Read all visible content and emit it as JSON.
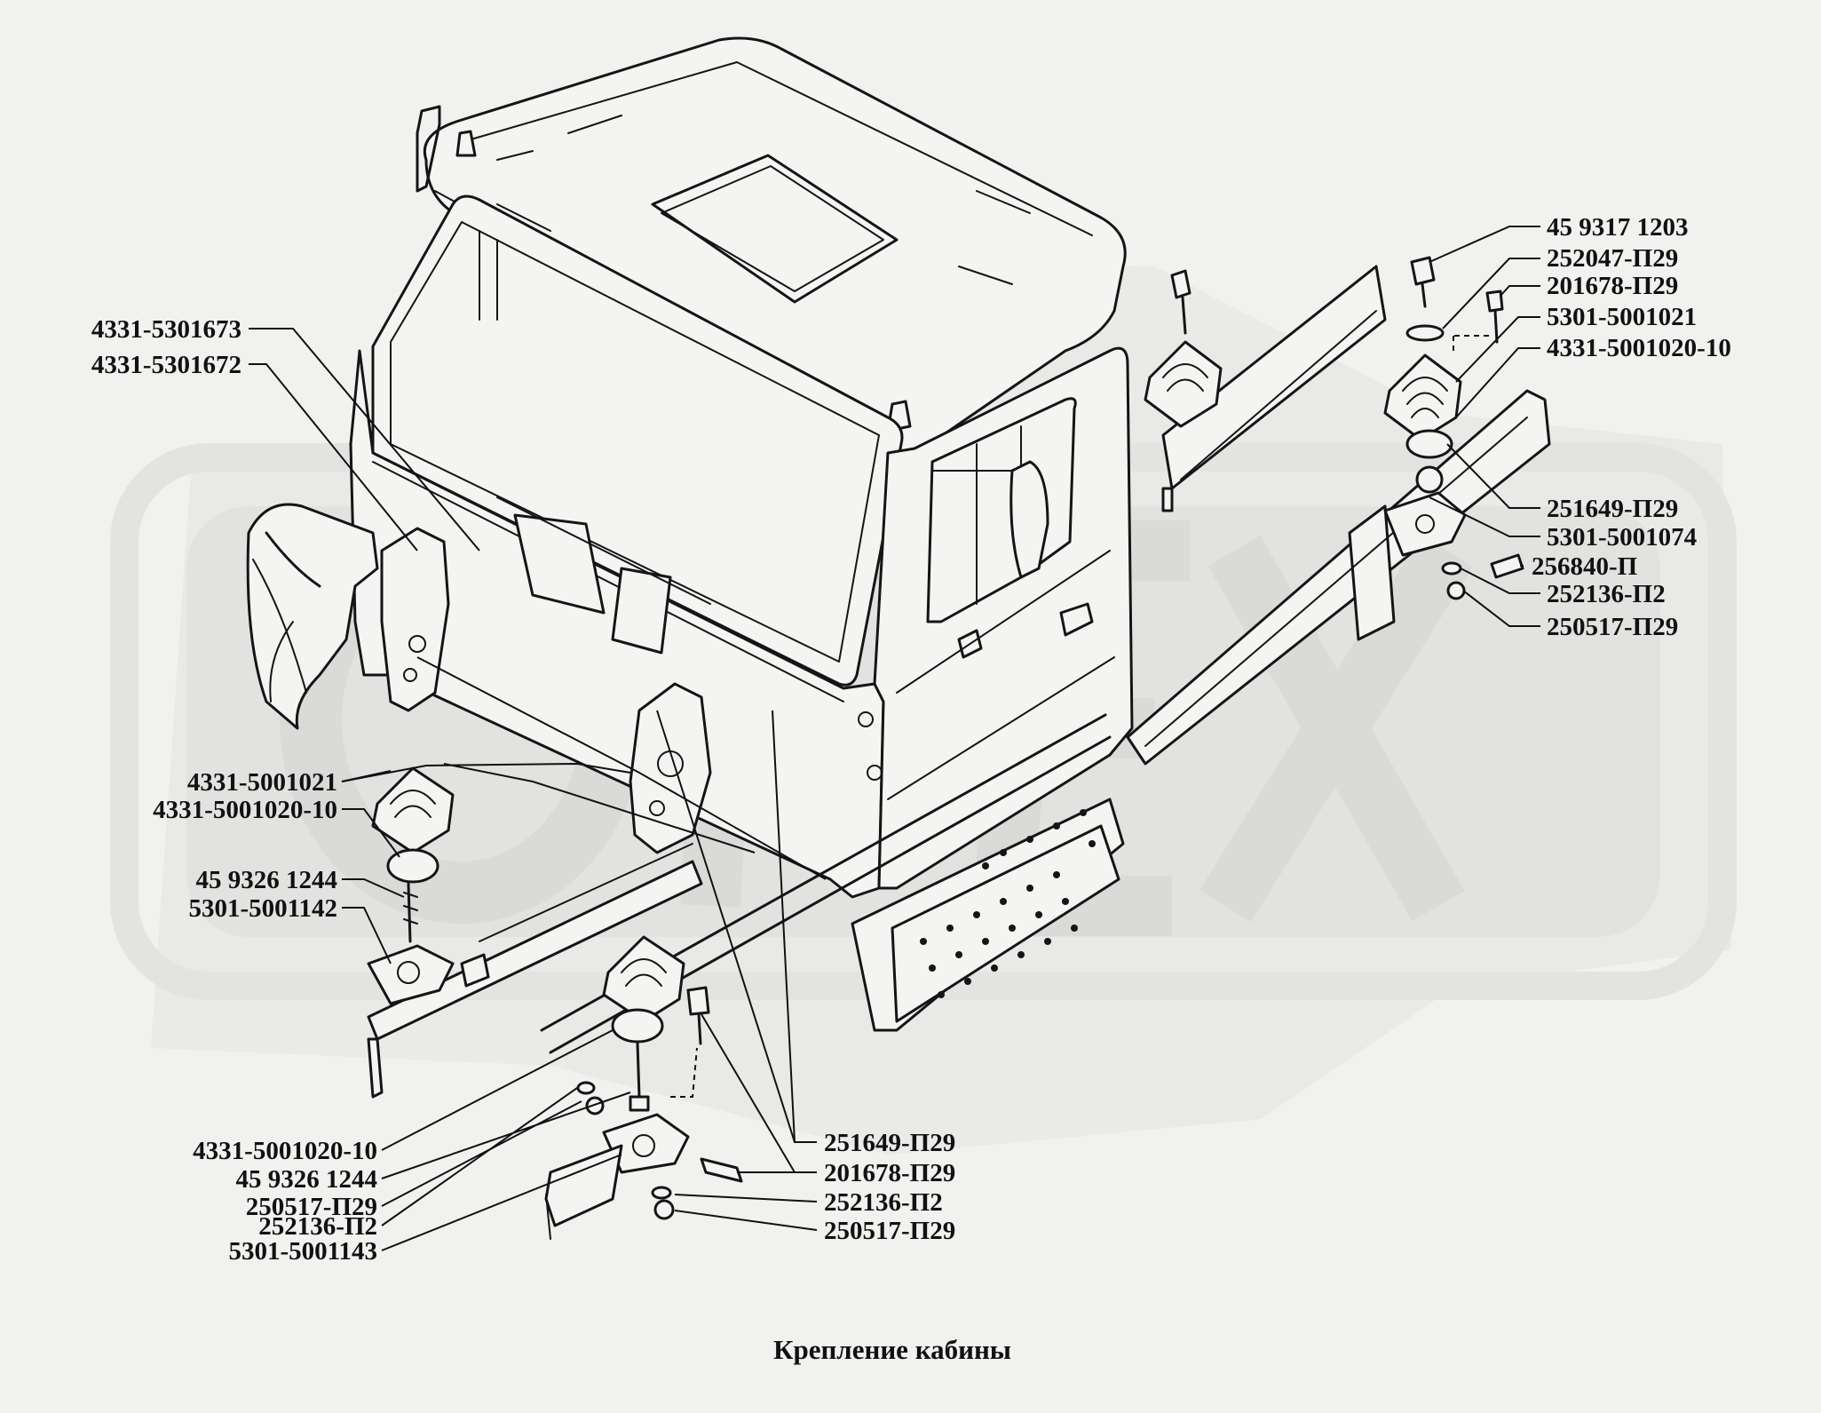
{
  "caption": "Крепление кабины",
  "watermark_text": "OPEX",
  "labels_right": [
    "45 9317 1203",
    "252047-П29",
    "201678-П29",
    "5301-5001021",
    "4331-5001020-10",
    "251649-П29",
    "5301-5001074",
    "256840-П",
    "252136-П2",
    "250517-П29"
  ],
  "labels_left_top": [
    "4331-5301673",
    "4331-5301672"
  ],
  "labels_left_mid": [
    "4331-5001021",
    "4331-5001020-10",
    "45 9326 1244",
    "5301-5001142"
  ],
  "labels_bottom_left": [
    "4331-5001020-10",
    "45 9326 1244",
    "250517-П29",
    "252136-П2",
    "5301-5001143"
  ],
  "labels_bottom_center": [
    "251649-П29",
    "201678-П29",
    "252136-П2",
    "250517-П29"
  ]
}
